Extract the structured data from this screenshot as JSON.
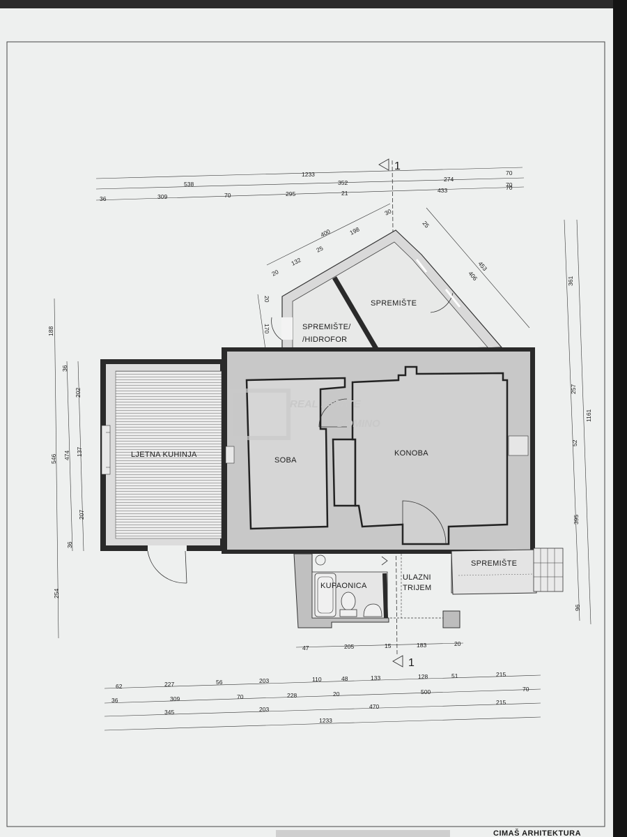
{
  "plan": {
    "section_marker_top": "1",
    "section_marker_bottom": "1",
    "rooms": {
      "spremiste_top": "SPREMIŠTE",
      "spremiste_hidrofor_1": "SPREMIŠTE/",
      "spremiste_hidrofor_2": "/HIDROFOR",
      "ljetna_kuhinja": "LJETNA KUHINJA",
      "soba": "SOBA",
      "konoba": "KONOBA",
      "kupaonica": "KUPAONICA",
      "ulazni_trijem_1": "ULAZNI",
      "ulazni_trijem_2": "TRIJEM",
      "spremiste_right": "SPREMIŠTE"
    },
    "watermark": {
      "line1": "REAL ESTATE",
      "line2": "DOMINO"
    },
    "footer_brand": "CIMAŠ ARHITEKTURA"
  },
  "dims": {
    "top_row1": [
      "1233",
      "70"
    ],
    "top_row2": [
      "538",
      "352",
      "274",
      "70"
    ],
    "top_row3": [
      "36",
      "309",
      "70",
      "295",
      "21",
      "433",
      "70"
    ],
    "diag_left": [
      "400",
      "20",
      "132",
      "25",
      "198",
      "30"
    ],
    "diag_right": [
      "25",
      "453",
      "406"
    ],
    "vert_small": [
      "20",
      "170"
    ],
    "left_outer": [
      "188",
      "546",
      "254"
    ],
    "left_inner": [
      "36",
      "474",
      "36"
    ],
    "left_inner2": [
      "202",
      "137",
      "207"
    ],
    "right_outer": [
      "1161"
    ],
    "right_inner": [
      "361",
      "257",
      "52",
      "395",
      "96"
    ],
    "bottom_row0": [
      "47",
      "205",
      "15",
      "183",
      "20"
    ],
    "bottom_row1": [
      "62",
      "227",
      "56",
      "203",
      "110",
      "48",
      "133",
      "128",
      "51",
      "215"
    ],
    "bottom_row2": [
      "36",
      "309",
      "70",
      "228",
      "20",
      "500",
      "70"
    ],
    "bottom_row3": [
      "345",
      "203",
      "470",
      "215"
    ],
    "bottom_row4": [
      "1233"
    ]
  }
}
